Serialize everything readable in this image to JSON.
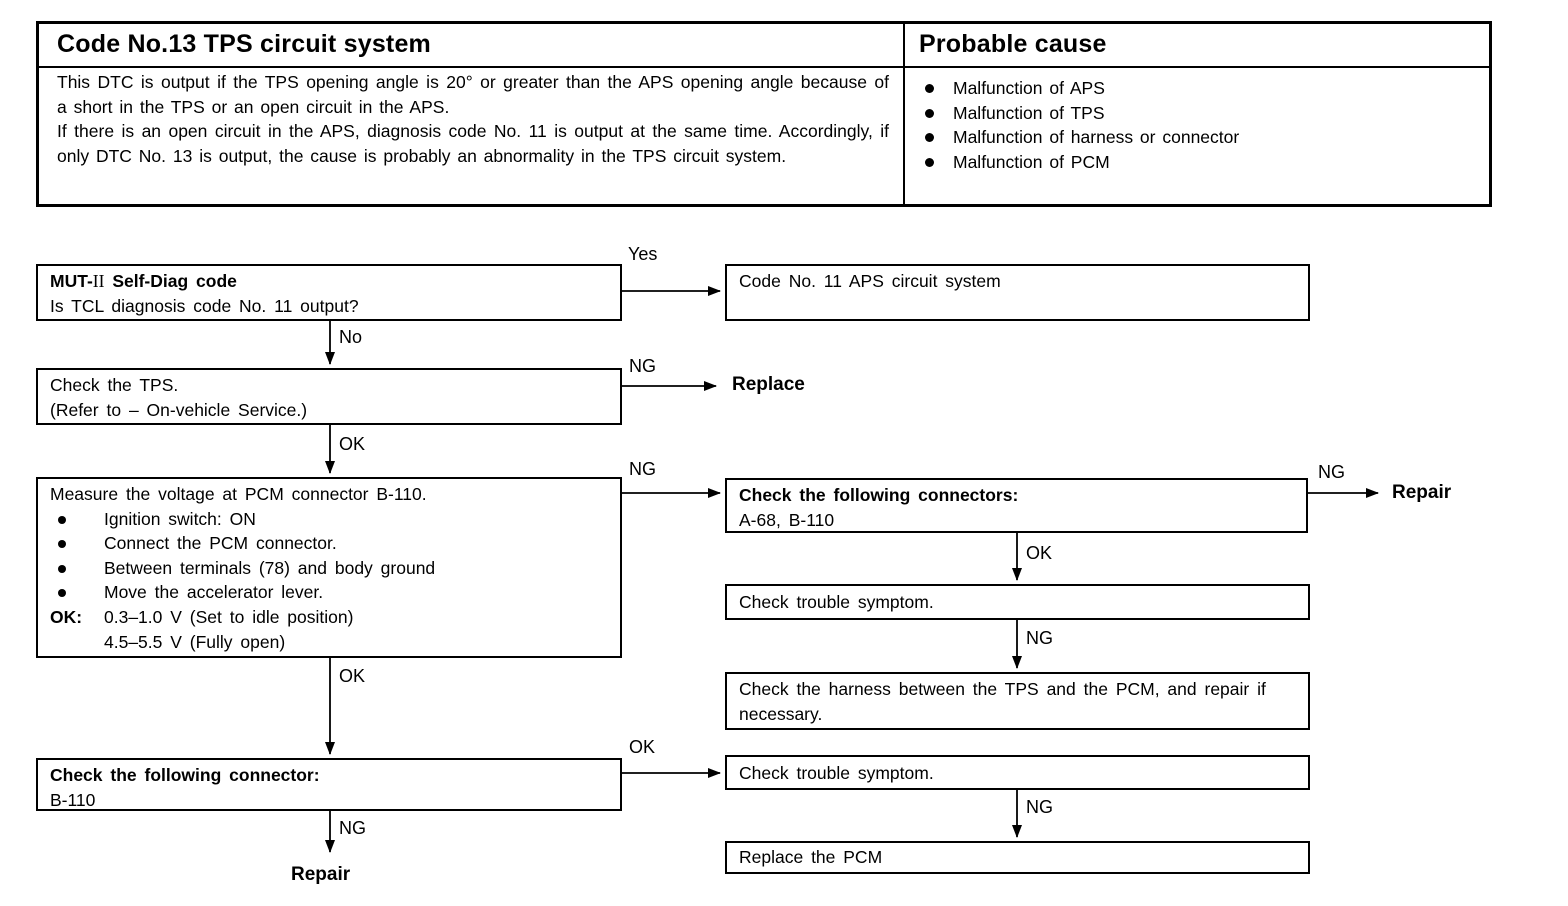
{
  "header_table": {
    "title": "Code No.13 TPS circuit system",
    "description": {
      "para1": "This DTC is output if the TPS opening angle is 20° or greater than the APS opening angle because of a short in the TPS or an open circuit in the APS.",
      "para2": "If there is an open circuit in the APS, diagnosis code No. 11 is output at the same time. Accordingly, if only DTC No. 13 is output, the cause is probably an abnormality in the TPS circuit system."
    },
    "probable_cause": {
      "title": "Probable cause",
      "items": [
        "Malfunction of APS",
        "Malfunction of TPS",
        "Malfunction of harness or connector",
        "Malfunction of PCM"
      ]
    }
  },
  "labels": {
    "yes": "Yes",
    "no": "No",
    "ok": "OK",
    "ng": "NG",
    "replace": "Replace",
    "repair": "Repair"
  },
  "flowchart": {
    "self_diag": {
      "title_prefix": "MUT-",
      "title_numeral": "II",
      "title_rest": "Self-Diag code",
      "question": "Is TCL diagnosis code No. 11 output?"
    },
    "code11": "Code No. 11 APS circuit system",
    "check_tps": {
      "line1": "Check the TPS.",
      "line2": "(Refer to – On-vehicle Service.)"
    },
    "measure": {
      "title": "Measure the voltage at PCM connector B-110.",
      "bullets": [
        "Ignition switch: ON",
        "Connect the PCM connector.",
        "Between terminals (78) and body ground",
        "Move the accelerator lever."
      ],
      "ok_prefix": "OK:",
      "ok_value1": "0.3–1.0 V (Set to idle position)",
      "ok_value2": "4.5–5.5 V (Fully open)"
    },
    "connectors": {
      "title": "Check the following connectors:",
      "detail": "A-68, B-110"
    },
    "symptom1": "Check trouble symptom.",
    "harness": "Check the harness between the TPS and the PCM, and repair if necessary.",
    "connector2": {
      "title": "Check the following connector:",
      "detail": "B-110"
    },
    "symptom2": "Check trouble symptom.",
    "replace_pcm": "Replace the PCM"
  }
}
